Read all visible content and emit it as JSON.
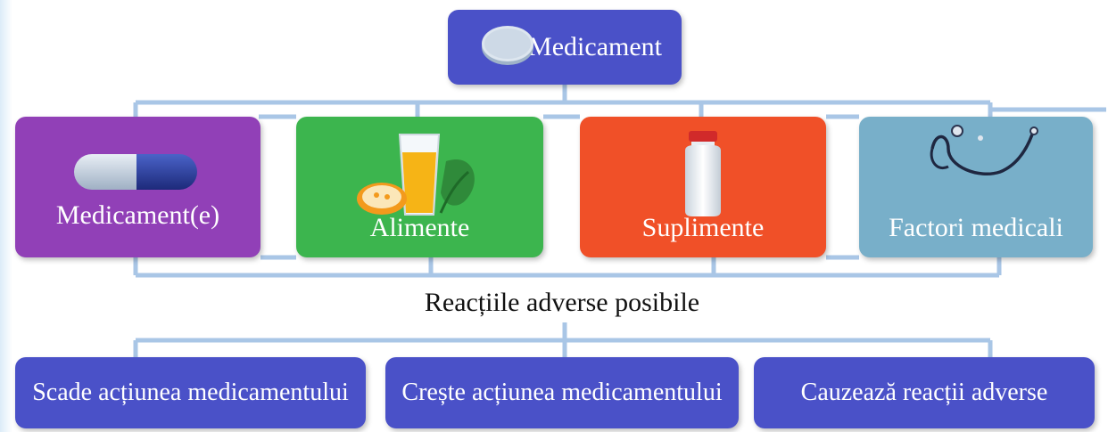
{
  "header": {
    "caption_fragment": ""
  },
  "root": {
    "label": "Medicament",
    "icon": "tablet-icon"
  },
  "categories": [
    {
      "label": "Medicament(e)",
      "icon": "capsule-icon",
      "color": "#9140b7"
    },
    {
      "label": "Alimente",
      "icon": "juice-and-vegetables-icon",
      "color": "#3cb54e"
    },
    {
      "label": "Suplimente",
      "icon": "supplement-bottle-icon",
      "color": "#f05028"
    },
    {
      "label": "Factori medicali",
      "icon": "stethoscope-icon",
      "color": "#78afc9"
    }
  ],
  "middle_label": "Reacțiile adverse posibile",
  "effects": [
    {
      "label": "Scade acțiunea medicamentului"
    },
    {
      "label": "Crește acțiunea medicamentului"
    },
    {
      "label": "Cauzează reacții adverse"
    }
  ],
  "colors": {
    "primary_box": "#4a51c8",
    "connector": "#a9c6e6"
  }
}
